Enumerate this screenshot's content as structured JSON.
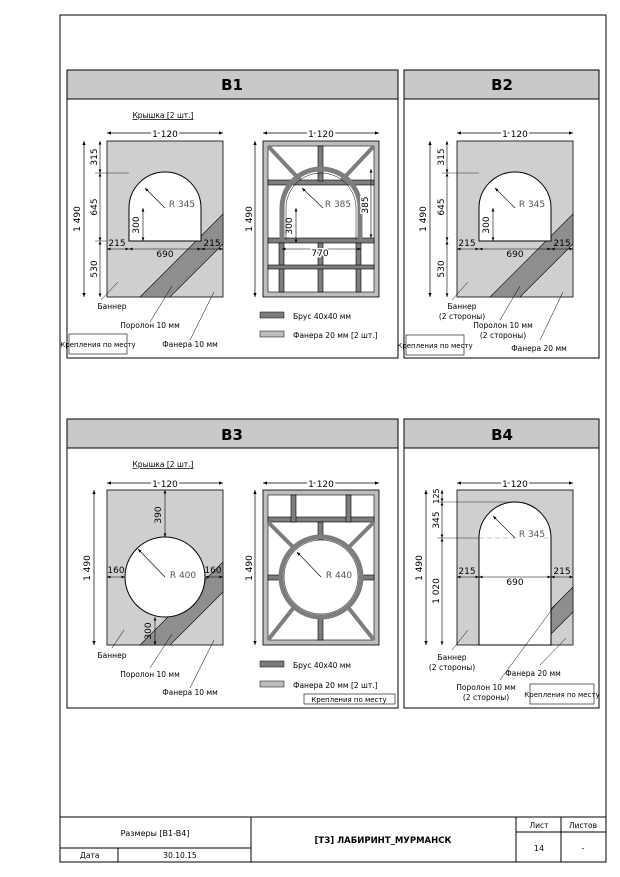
{
  "panels": {
    "b1": {
      "title": "B1",
      "lid_label": "Крышка [2 шт.]",
      "width": "1 120",
      "height": "1 490",
      "top": "315",
      "mid": "645",
      "bottom": "530",
      "radius": "R 345",
      "arch_h": "300",
      "side_l": "215",
      "side_r": "215",
      "opening": "690",
      "frame_width": "1 120",
      "frame_height": "1 490",
      "frame_radius": "R 385",
      "frame_arch_h": "300",
      "frame_side": "385",
      "frame_inner": "770",
      "banner": "Баннер",
      "foam": "Поролон 10 мм",
      "plywood": "Фанера 10 мм",
      "mount": "Крепления по месту",
      "legend_beam": "Брус 40х40 мм",
      "legend_ply": "Фанера 20 мм [2 шт.]"
    },
    "b2": {
      "title": "B2",
      "width": "1 120",
      "height": "1 490",
      "top": "315",
      "mid": "645",
      "bottom": "530",
      "radius": "R 345",
      "arch_h": "300",
      "side_l": "215",
      "side_r": "215",
      "opening": "690",
      "banner": "Баннер",
      "banner_sub": "(2 стороны)",
      "foam": "Поролон 10 мм",
      "foam_sub": "(2 стороны)",
      "plywood": "Фанера 20 мм",
      "mount": "Крепления по месту"
    },
    "b3": {
      "title": "B3",
      "lid_label": "Крышка [2 шт.]",
      "width": "1 120",
      "height": "1 490",
      "top": "390",
      "bottom": "300",
      "side_l": "160",
      "side_r": "160",
      "radius": "R 400",
      "frame_width": "1 120",
      "frame_height": "1 490",
      "frame_radius": "R 440",
      "banner": "Баннер",
      "foam": "Поролон 10 мм",
      "plywood": "Фанера 10 мм",
      "legend_beam": "Брус 40х40 мм",
      "legend_ply": "Фанера 20 мм [2 шт.]",
      "mount": "Крепления по месту"
    },
    "b4": {
      "title": "B4",
      "width": "1 120",
      "height": "1 490",
      "top": "125",
      "mid": "345",
      "bottom": "1 020",
      "radius": "R 345",
      "side_l": "215",
      "side_r": "215",
      "opening": "690",
      "banner": "Баннер",
      "banner_sub": "(2 стороны)",
      "foam": "Поролон 10 мм",
      "foam_sub": "(2 стороны)",
      "plywood": "Фанера 20 мм",
      "mount": "Крепления по месту"
    }
  },
  "titleblock": {
    "sizes": "Размеры [B1-B4]",
    "date_label": "Дата",
    "date_value": "30.10.15",
    "project": "[ТЗ] ЛАБИРИНТ_МУРМАНСК",
    "sheet_label": "Лист",
    "sheets_label": "Листов",
    "sheet_value": "14",
    "sheets_value": "-"
  }
}
